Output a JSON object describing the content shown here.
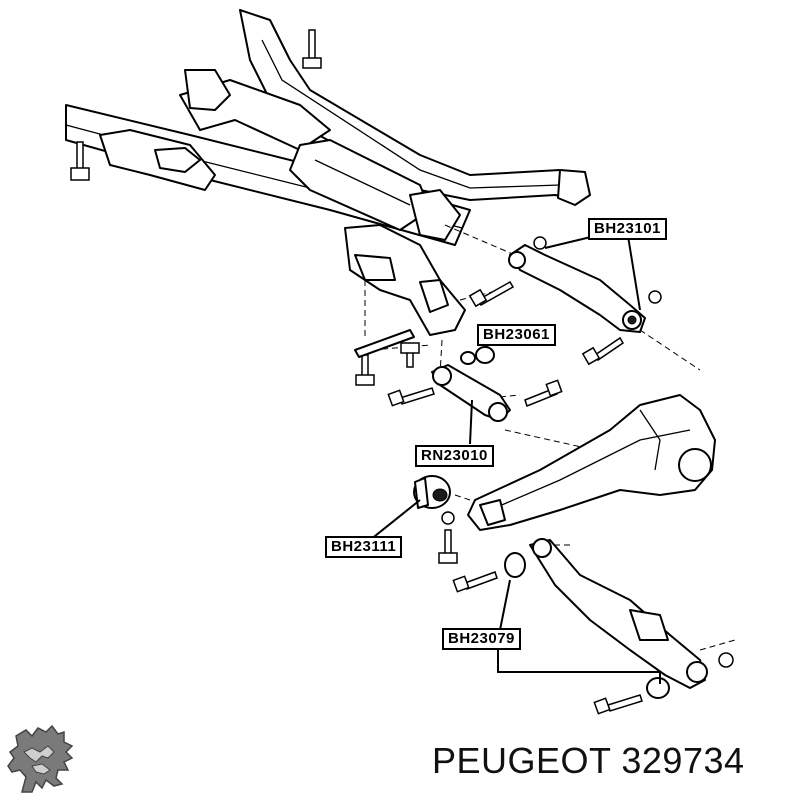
{
  "labels": {
    "bh23101": "BH23101",
    "bh23061": "BH23061",
    "rn23010": "RN23010",
    "bh23111": "BH23111",
    "bh23079": "BH23079"
  },
  "caption": "PEUGEOT 329734",
  "logo": {
    "brand_icon": "peugeot-lion-icon"
  },
  "colors": {
    "line": "#000000",
    "background": "#ffffff",
    "text": "#111111"
  }
}
